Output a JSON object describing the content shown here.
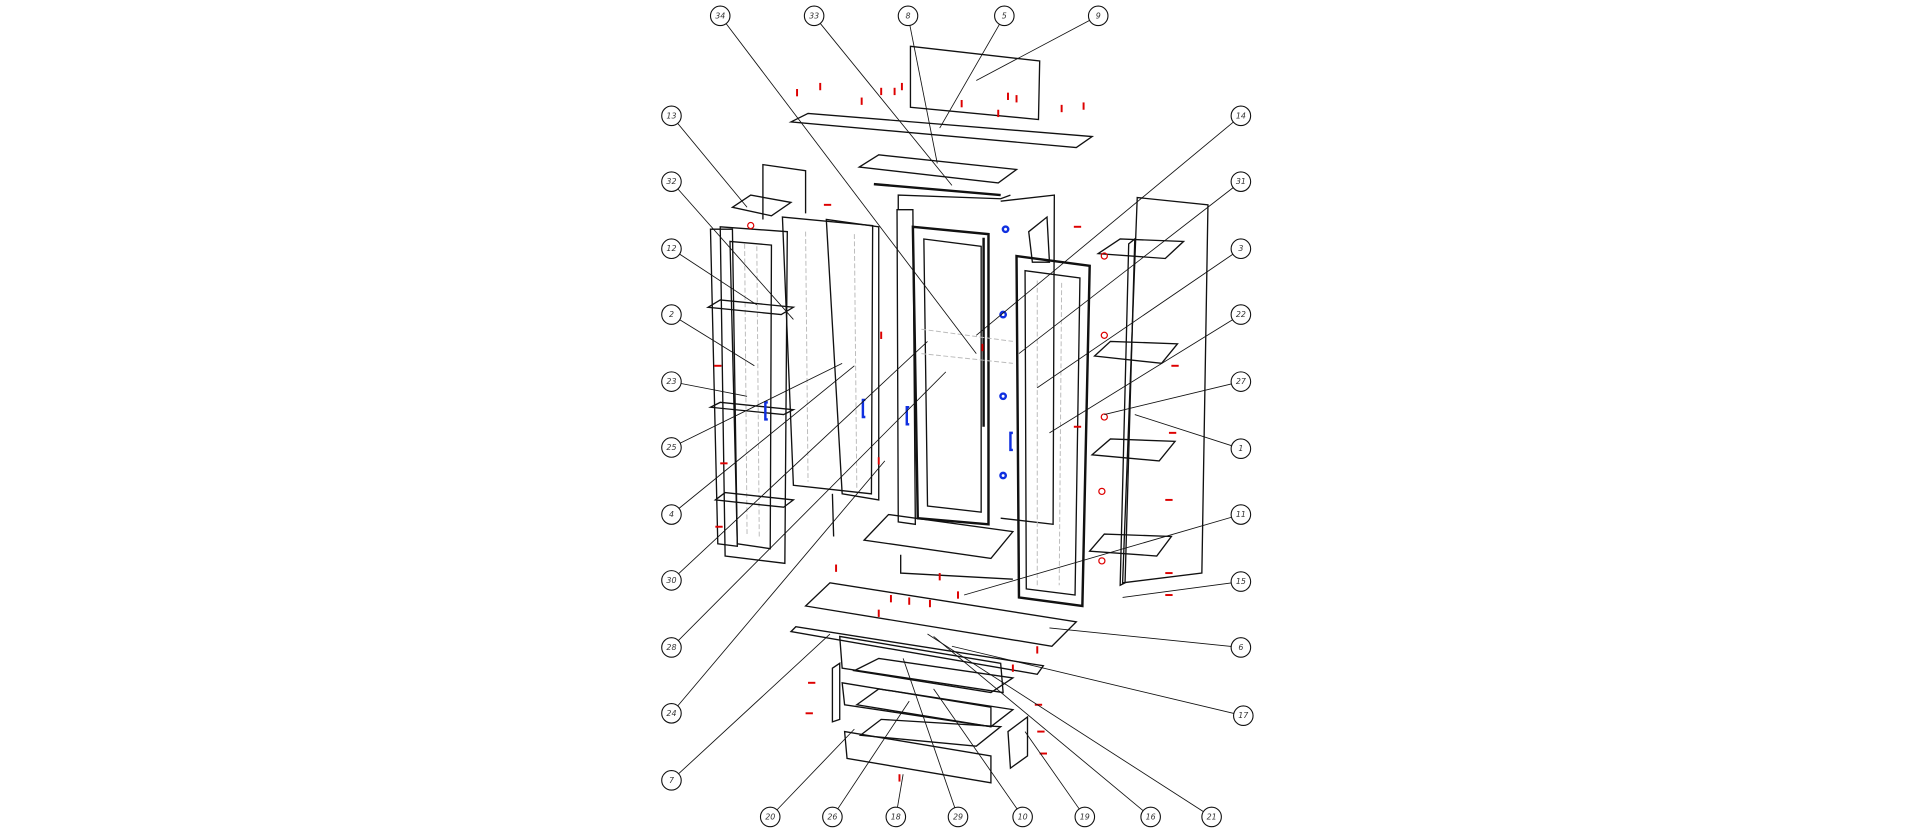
{
  "diagram": {
    "type": "exploded-assembly",
    "callouts": [
      "34",
      "33",
      "8",
      "5",
      "9",
      "13",
      "32",
      "12",
      "2",
      "23",
      "25",
      "4",
      "30",
      "28",
      "24",
      "7",
      "14",
      "31",
      "3",
      "22",
      "27",
      "1",
      "11",
      "15",
      "6",
      "17",
      "20",
      "26",
      "18",
      "29",
      "10",
      "19",
      "16",
      "21"
    ]
  },
  "colors": {
    "lines": "#111111",
    "hardware_red": "#dd0000",
    "handles_blue": "#1030e0",
    "hidden": "#bbbbbb"
  }
}
